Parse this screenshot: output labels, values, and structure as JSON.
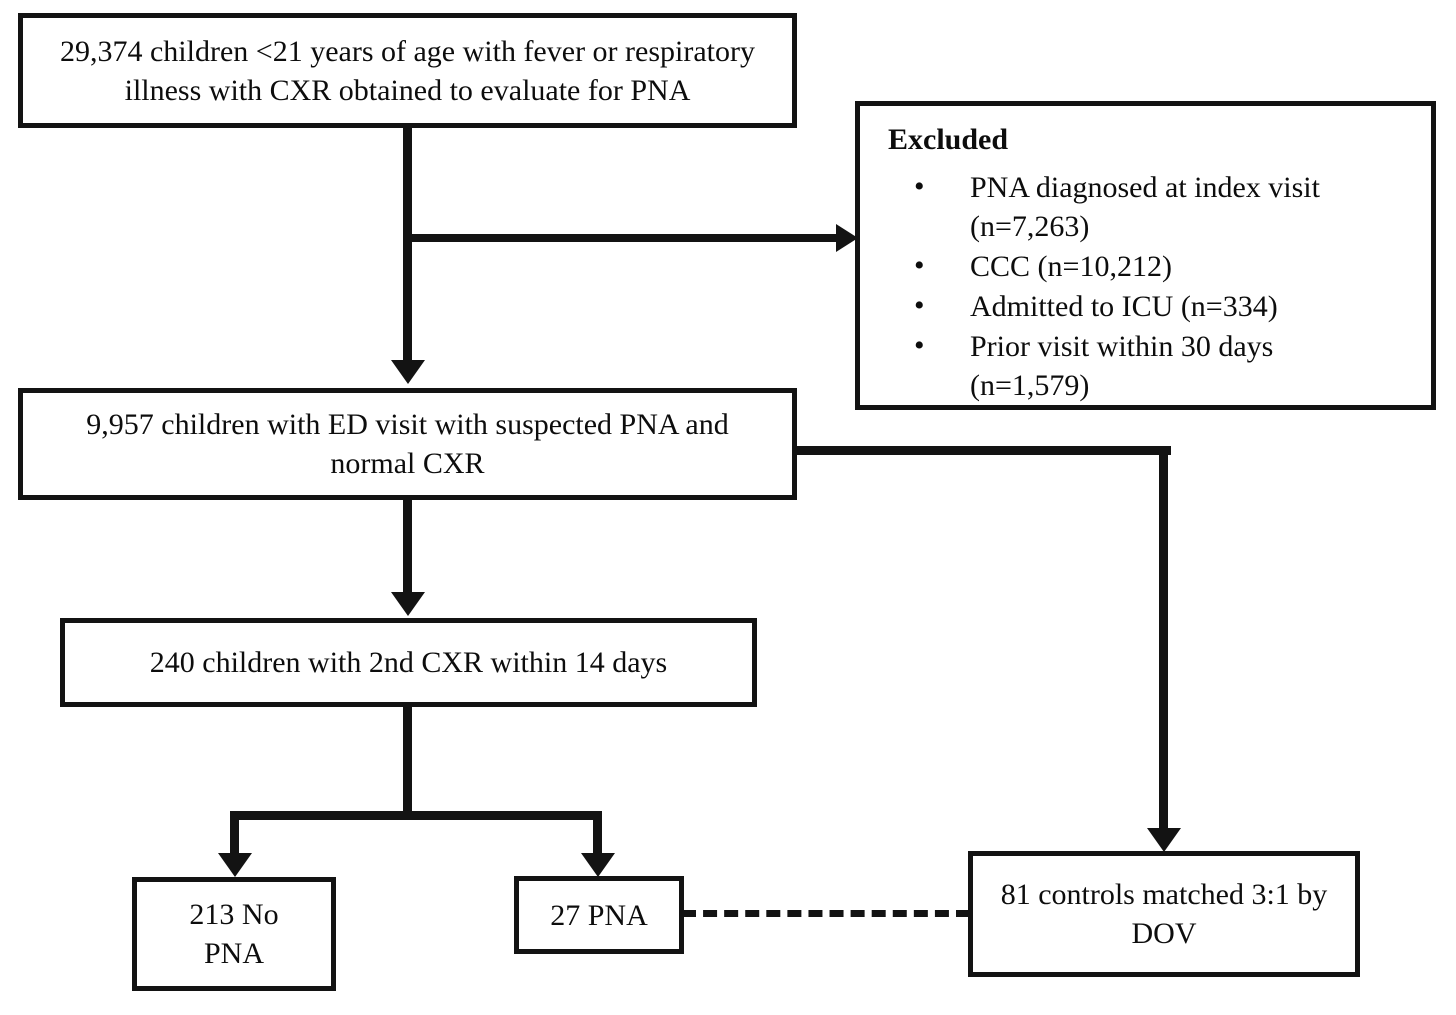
{
  "diagram": {
    "type": "flowchart",
    "title": "Study cohort selection flow diagram",
    "nodes": {
      "cohort": {
        "text": "29,374 children <21 years of age with fever or respiratory\nillness with CXR obtained to evaluate for PNA"
      },
      "excluded": {
        "title": "Excluded",
        "items": [
          {
            "bullet": "•",
            "text": "PNA diagnosed at index visit\n(n=7,263)"
          },
          {
            "bullet": "•",
            "text": "CCC (n=10,212)"
          },
          {
            "bullet": "•",
            "text": "Admitted to ICU (n=334)"
          },
          {
            "bullet": "•",
            "text": "Prior visit within 30 days\n(n=1,579)"
          }
        ]
      },
      "suspected": {
        "text": "9,957 children with ED visit with suspected PNA and\nnormal CXR"
      },
      "second_cxr": {
        "text": "240 children with 2nd CXR within 14 days"
      },
      "no_pna": {
        "text": "213 No\nPNA"
      },
      "pna": {
        "text": "27 PNA"
      },
      "controls": {
        "text": "81 controls matched 3:1 by\nDOV"
      }
    },
    "edges": [
      {
        "name": "cohort-to-suspected",
        "style": "solid",
        "arrow": "down"
      },
      {
        "name": "cohort-to-excluded",
        "style": "solid",
        "arrow": "right"
      },
      {
        "name": "suspected-to-second-cxr",
        "style": "solid",
        "arrow": "down"
      },
      {
        "name": "suspected-to-controls",
        "style": "solid",
        "arrow": "down"
      },
      {
        "name": "second-cxr-to-no-pna",
        "style": "solid",
        "arrow": "down"
      },
      {
        "name": "second-cxr-to-pna",
        "style": "solid",
        "arrow": "down"
      },
      {
        "name": "pna-to-controls",
        "style": "dashed",
        "arrow": "none"
      }
    ],
    "colors": {
      "line": "#131313",
      "text": "#0d0d0d",
      "background": "#ffffff"
    }
  }
}
